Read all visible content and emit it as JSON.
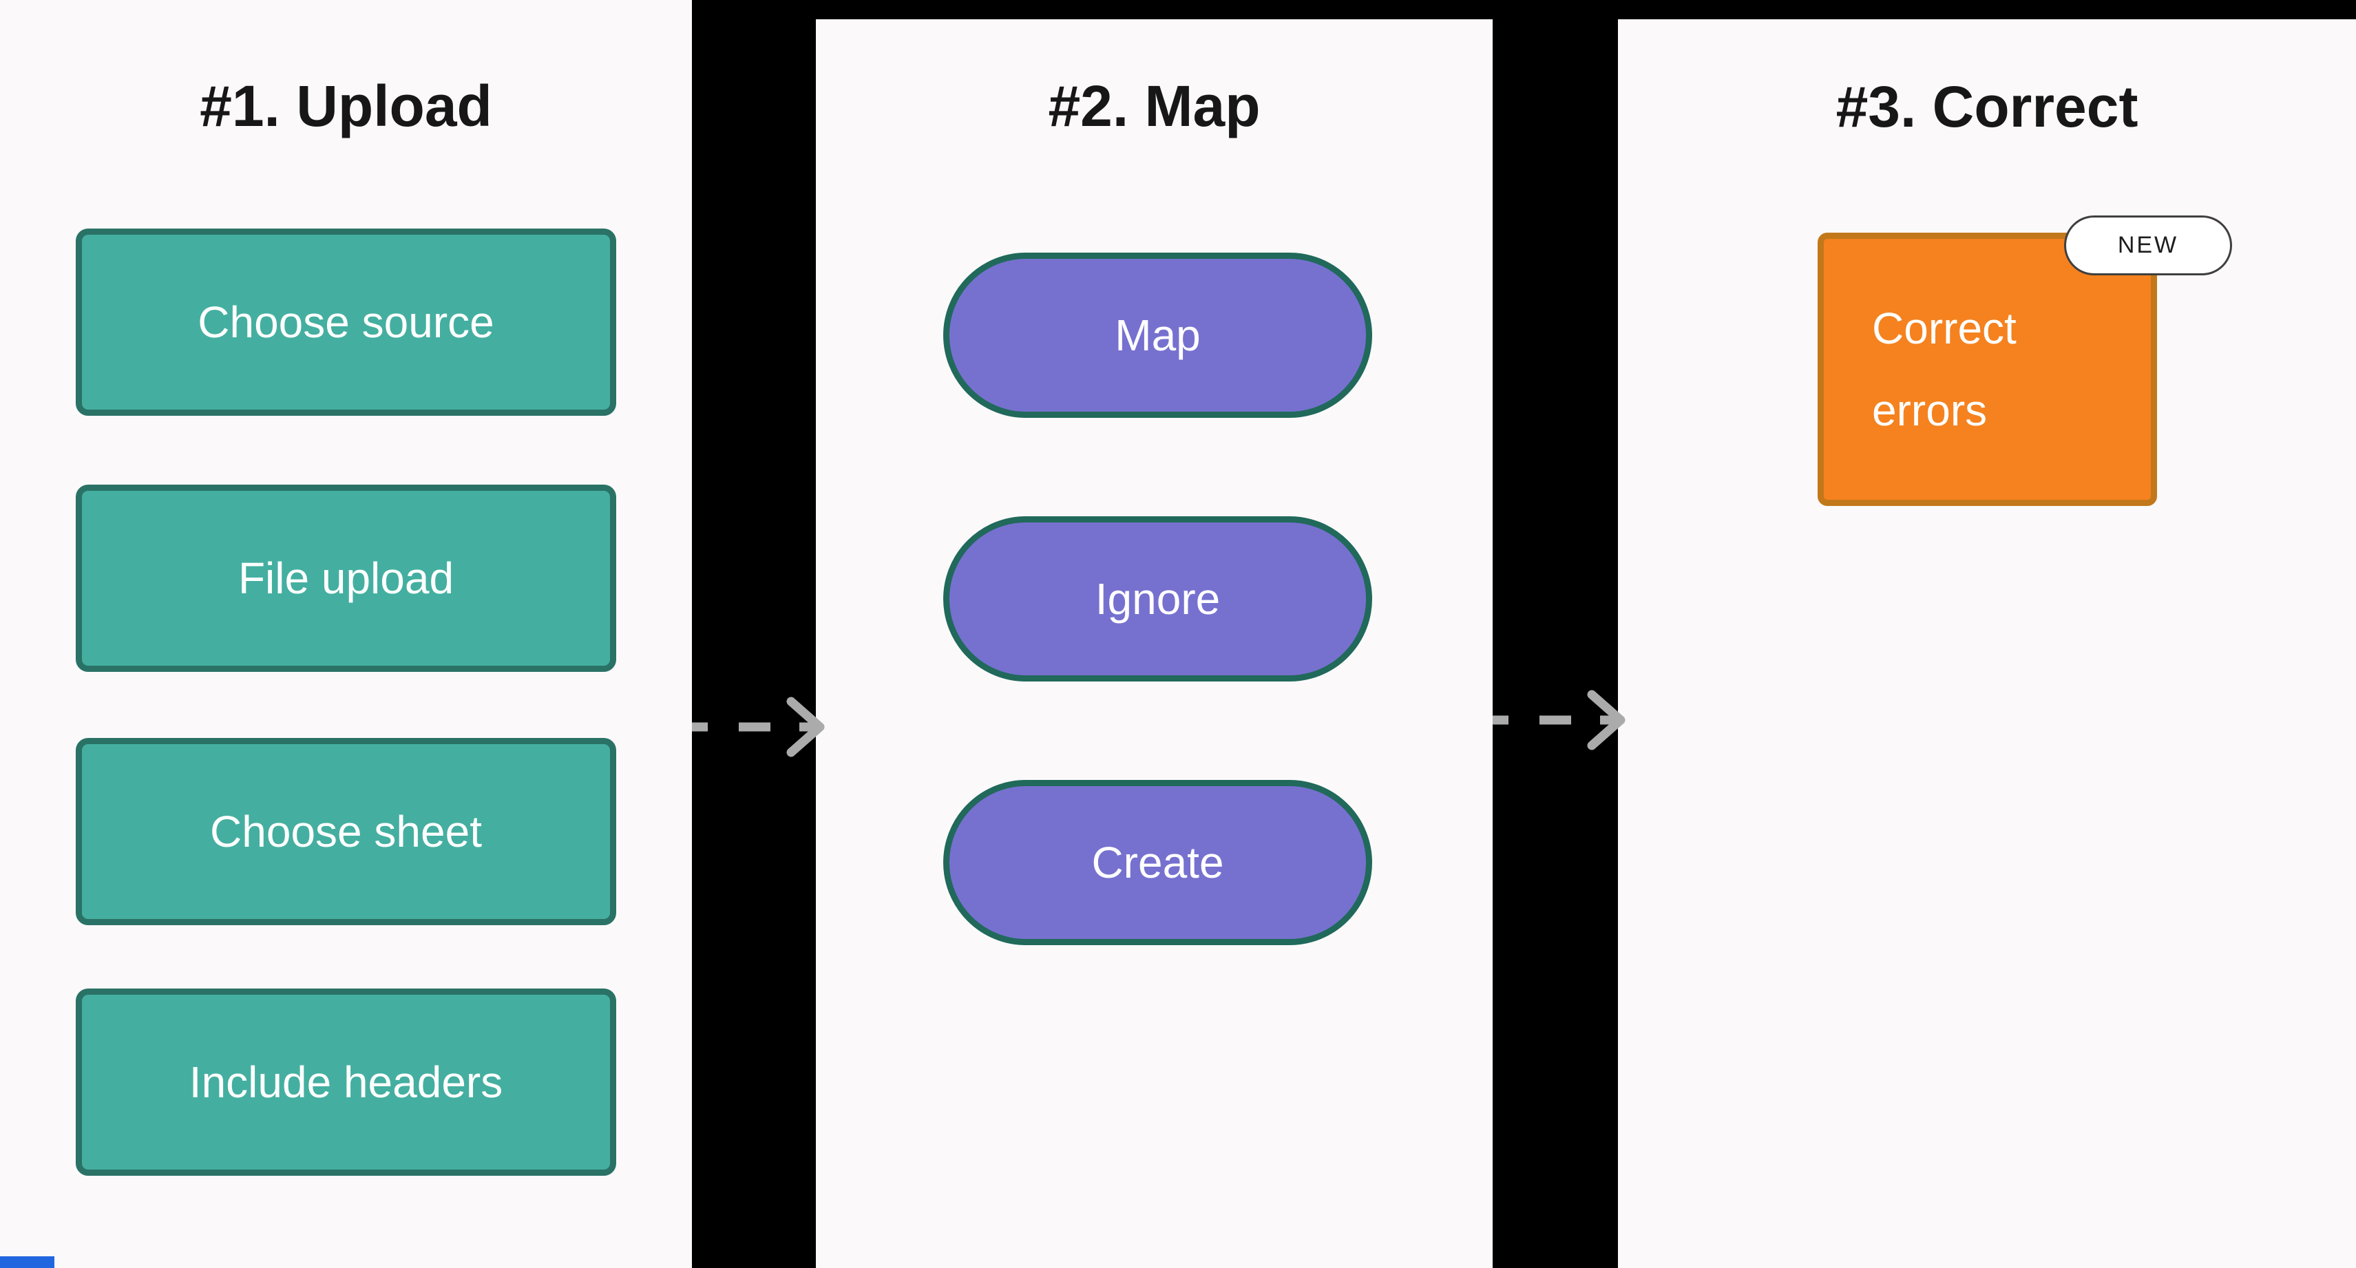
{
  "columns": [
    {
      "title": "#1. Upload",
      "steps": [
        "Choose source",
        "File upload",
        "Choose sheet",
        "Include headers"
      ]
    },
    {
      "title": "#2. Map",
      "steps": [
        "Map",
        "Ignore",
        "Create"
      ]
    },
    {
      "title": "#3. Correct",
      "steps": [
        "Correct errors"
      ],
      "badge": "NEW"
    }
  ],
  "colors": {
    "background": "#000000",
    "panel_bg": "#FBF9FA",
    "title": "#171717",
    "teal_fill": "#44AFA0",
    "teal_border": "#2A7266",
    "purple_fill": "#7671CF",
    "purple_border": "#20695B",
    "orange_fill": "#F5821F",
    "orange_border": "#C2781A",
    "badge_border": "#3F3F3F",
    "arrow": "#ABABAB"
  }
}
